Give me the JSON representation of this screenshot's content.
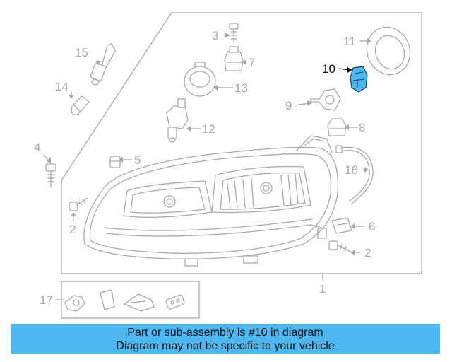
{
  "diagram": {
    "callouts": {
      "c1": "1",
      "c2a": "2",
      "c2b": "2",
      "c3": "3",
      "c4": "4",
      "c5": "5",
      "c6": "6",
      "c7": "7",
      "c8": "8",
      "c9": "9",
      "c10": "10",
      "c11": "11",
      "c12": "12",
      "c13": "13",
      "c14": "14",
      "c15": "15",
      "c16": "16",
      "c17": "17"
    },
    "highlighted_part": "10",
    "highlight_color": "#4db7f2",
    "line_color": "#a7a9ac"
  },
  "banner": {
    "line1": "Part or sub-assembly is #10 in diagram",
    "line2": "Diagram may not be specific to your vehicle",
    "background": "#4db7f2"
  }
}
